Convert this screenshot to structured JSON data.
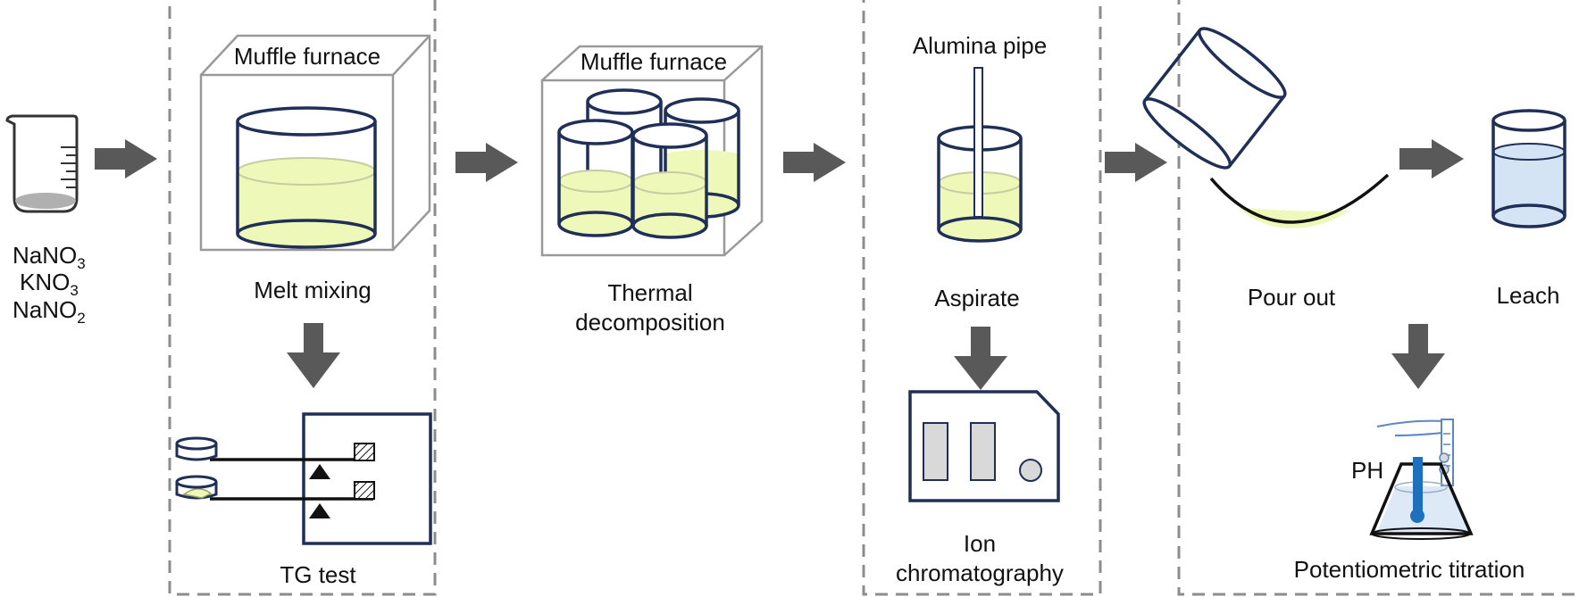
{
  "labels": {
    "reagent_1_base": "NaNO",
    "reagent_1_sub": "3",
    "reagent_2_base": "KNO",
    "reagent_2_sub": "3",
    "reagent_3_base": "NaNO",
    "reagent_3_sub": "2",
    "muffle_furnace_1": "Muffle furnace",
    "melt_mixing": "Melt mixing",
    "tg_test": "TG test",
    "muffle_furnace_2": "Muffle furnace",
    "thermal_line1": "Thermal",
    "thermal_line2": "decomposition",
    "alumina_pipe": "Alumina pipe",
    "aspirate": "Aspirate",
    "ion_line1": "Ion",
    "ion_line2": "chromatography",
    "pour_out": "Pour out",
    "leach": "Leach",
    "ph": "PH",
    "potentiometric_titration": "Potentiometric titration"
  },
  "colors": {
    "outline": "#1f2f57",
    "melt_liquid": "#eef8b8",
    "leach_liquid": "#d4e4f4",
    "arrow": "#595959",
    "dashed_border": "#8c8c8c",
    "probe": "#1f6fbf"
  }
}
